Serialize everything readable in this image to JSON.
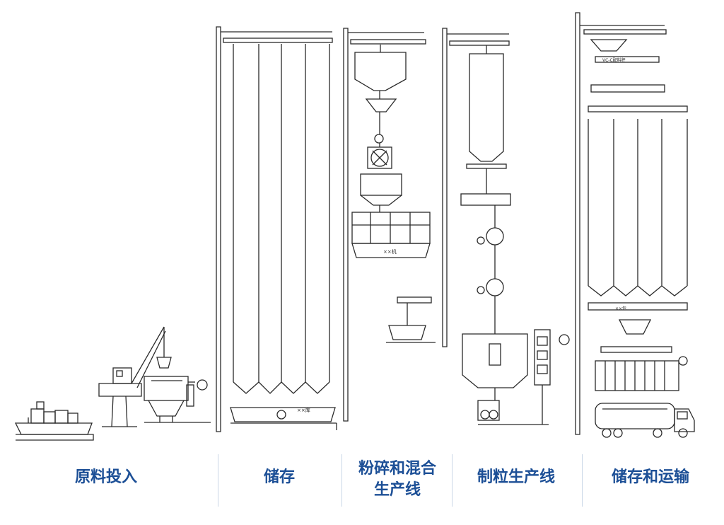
{
  "colors": {
    "stage_label": "#1c4f96",
    "drawing": "#2a2a2a",
    "divider": "#c9d6e6"
  },
  "stages": [
    {
      "id": "intake",
      "label": "原料投入"
    },
    {
      "id": "storage",
      "label": "储存"
    },
    {
      "id": "grinding",
      "label": "粉碎和混合\n生产线"
    },
    {
      "id": "pellet",
      "label": "制粒生产线"
    },
    {
      "id": "transport",
      "label": "储存和运输"
    }
  ],
  "drawing_notes": {
    "storage_bin_tag": "××库",
    "mixer_tag": "××机",
    "packer_tag": "××包",
    "scale_tag": "VC-C配料秤"
  }
}
